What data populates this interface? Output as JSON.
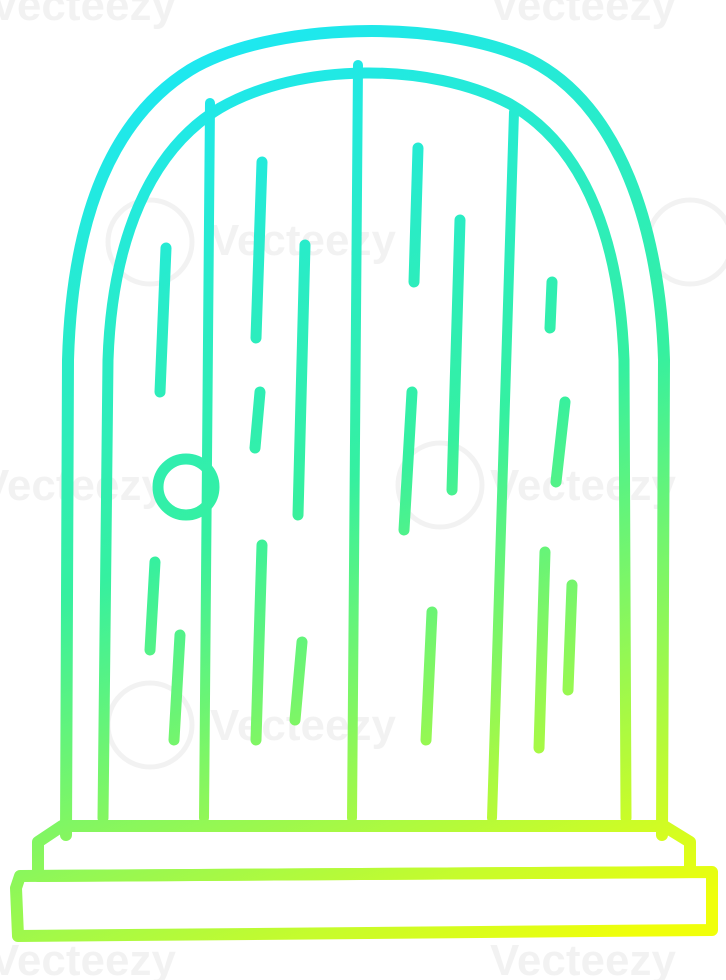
{
  "illustration": {
    "subject": "arched-wooden-door",
    "style": "cartoon-outline",
    "gradient": {
      "top": "#19e6ff",
      "middle": "#35f0a0",
      "bottom": "#f0ff0a"
    }
  },
  "watermark": {
    "text": "Vecteezy"
  }
}
